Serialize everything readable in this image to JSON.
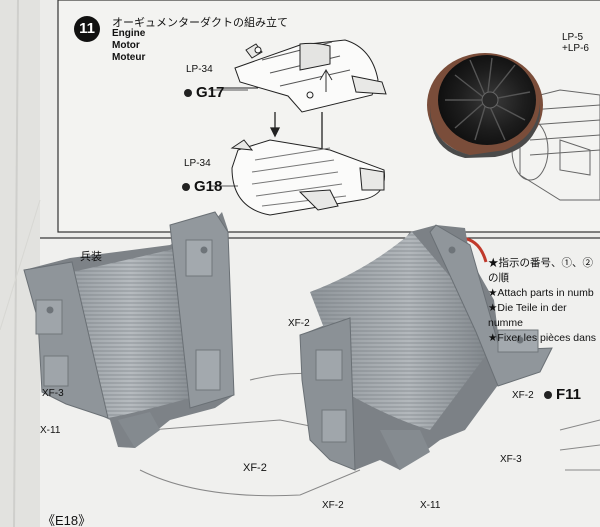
{
  "step": {
    "number": "11",
    "title_jp": "オーギュメンターダクトの組み立て",
    "title_en": "Engine",
    "title_de": "Motor",
    "title_fr": "Moteur"
  },
  "parts": {
    "g17_ref": "LP-34",
    "g17": "G17",
    "g18_ref": "LP-34",
    "g18": "G18",
    "top_right_ref": "LP-5 +LP-6",
    "xf2_mid": "XF-2",
    "xf2_left": "XF-2",
    "xf3_left": "XF-3",
    "x11_left": "X-11",
    "xf2_right": "XF-2",
    "f11": "F11",
    "xf3_right": "XF-3",
    "xf2_bottom": "XF-2",
    "x11_bottom": "X-11",
    "e18": "《E18》",
    "bottom_left_codes": "XF-2  X-11"
  },
  "step12": {
    "label": "兵装",
    "notes": [
      "★指示の番号、①、②の順",
      "★Attach parts in numb",
      "★Die Teile in der numme",
      "★Fixer les pièces dans"
    ]
  },
  "colors": {
    "paper": "#eeeeec",
    "plastic_gray": "#8e9499",
    "ink": "#111111",
    "duct_brown": "#8a5a44"
  }
}
